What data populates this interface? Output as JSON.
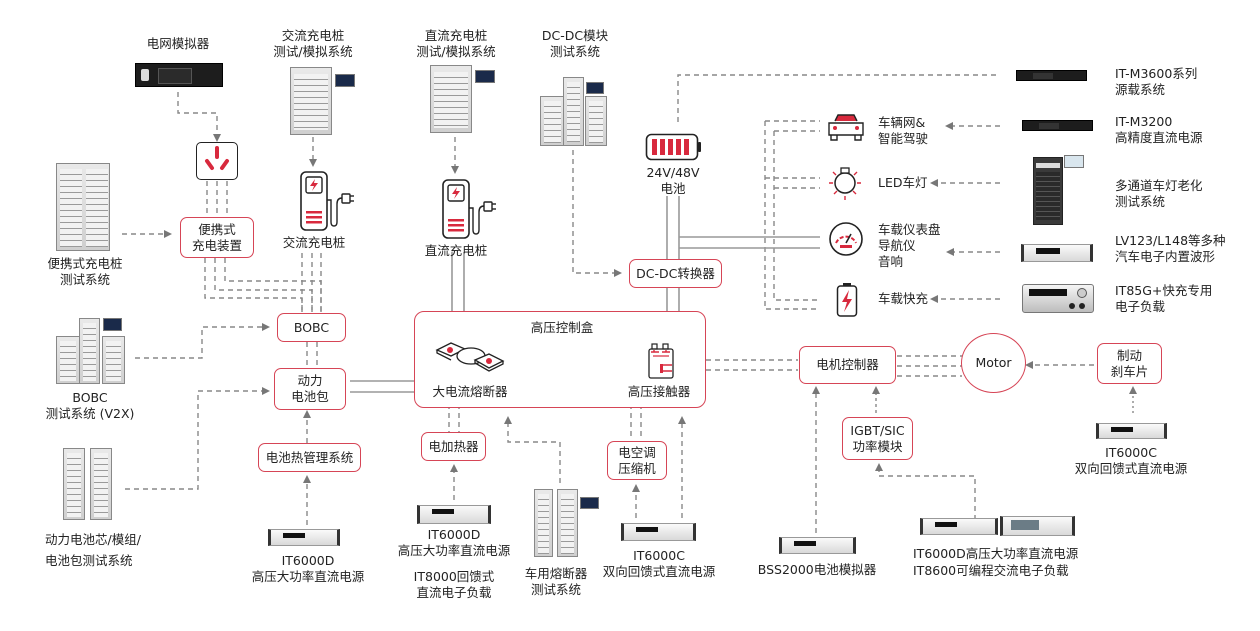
{
  "diagram": {
    "title": "新能源汽车电子测试方案",
    "accent_color": "#d64556",
    "line_color": "#888888"
  },
  "sources": {
    "grid_simulator": "电网模拟器",
    "ac_pile_system": "交流充电桩\n测试/模拟系统",
    "dc_pile_system": "直流充电桩\n测试/模拟系统",
    "dcdc_system": "DC-DC模块\n测试系统",
    "portable_pile_system": "便携式充电桩\n测试系统",
    "bobc_system": "BOBC\n测试系统 (V2X)",
    "battery_system": "动力电池芯/模组/\n电池包测试系统"
  },
  "components": {
    "socket_icon": "power-socket-icon",
    "ac_pile": "交流充电桩",
    "dc_pile": "直流充电桩",
    "battery_24_48": "24V/48V\n电池",
    "portable_charger": "便携式\n充电装置",
    "bobc": "BOBC",
    "power_battery": "动力\n电池包",
    "thermal_mgmt": "电池热管理系统",
    "dcdc_converter": "DC-DC转换器",
    "hv_box": "高压控制盒",
    "fuse": "大电流熔断器",
    "contactor": "高压接触器",
    "heater": "电加热器",
    "ac_compressor": "电空调\n压缩机",
    "motor_controller": "电机控制器",
    "motor": "Motor",
    "brake": "制动\n刹车片",
    "igbt": "IGBT/SIC\n功率模块"
  },
  "vehicle_loads": [
    {
      "label": "车辆网&\n智能驾驶",
      "icon": "car-icon"
    },
    {
      "label": "LED车灯",
      "icon": "headlight-icon"
    },
    {
      "label": "车载仪表盘\n导航仪\n音响",
      "icon": "speedometer-icon"
    },
    {
      "label": "车载快充",
      "icon": "charging-battery-icon"
    }
  ],
  "right_instruments": [
    "IT-M3600系列\n源载系统",
    "IT-M3200\n高精度直流电源",
    "多通道车灯老化\n测试系统",
    "LV123/L148等多种\n汽车电子内置波形",
    "IT85G+快充专用\n电子负载"
  ],
  "bottom_instruments": {
    "it6000d_left": "IT6000D\n高压大功率直流电源",
    "it6000d_heater": "IT6000D\n高压大功率直流电源",
    "it8000": "IT8000回馈式\n直流电子负载",
    "fuse_system": "车用熔断器\n测试系统",
    "it6000c_center": "IT6000C\n双向回馈式直流电源",
    "bss2000": "BSS2000电池模拟器",
    "it6000d_it8600": "IT6000D高压大功率直流电源\nIT8600可编程交流电子负载",
    "it6000c_right": "IT6000C\n双向回馈式直流电源"
  }
}
